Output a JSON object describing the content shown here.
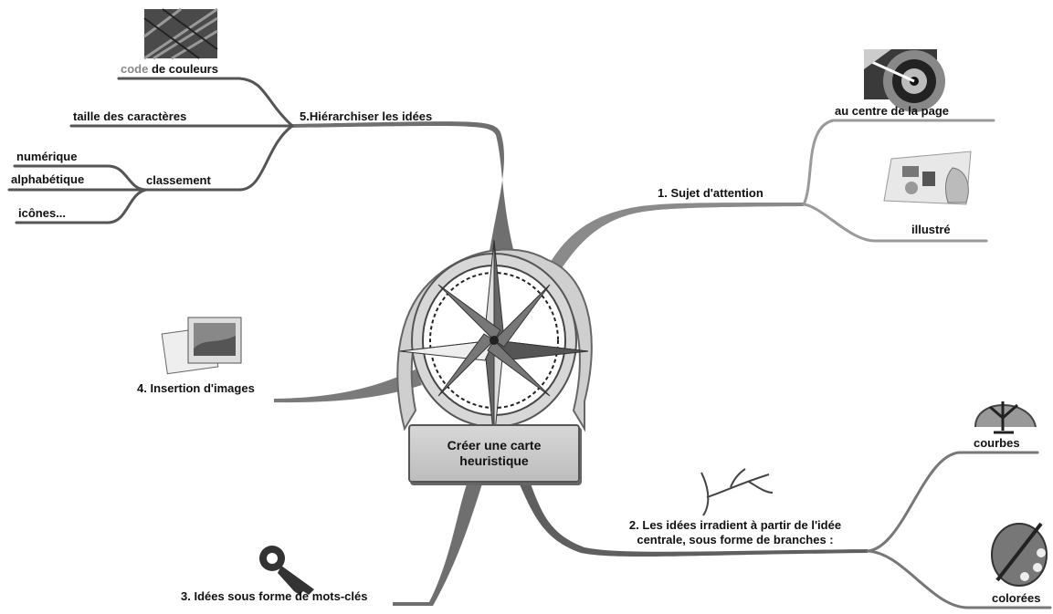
{
  "center": {
    "line1": "Créer une carte",
    "line2": "heuristique"
  },
  "branches": {
    "b1": {
      "label": "1. Sujet d'attention",
      "children": {
        "center_page": "au centre de la page",
        "illustre": "illustré"
      }
    },
    "b2": {
      "line1": "2. Les idées irradient à partir de l'idée",
      "line2": "centrale, sous forme de branches :",
      "children": {
        "courbes": "courbes",
        "colorees": "colorées"
      }
    },
    "b3": {
      "label": "3. Idées sous forme de mots-clés"
    },
    "b4": {
      "label": "4. Insertion d'images"
    },
    "b5": {
      "label": "5.Hiérarchiser les idées",
      "children": {
        "code_a": "code",
        "code_b": "de couleurs",
        "taille": "taille des caractères",
        "classement": "classement",
        "numerique": "numérique",
        "alphabetique": "alphabétique",
        "icones": "icônes..."
      }
    }
  },
  "icons": [
    "compass-icon",
    "dartboard-icon",
    "painting-hand-icon",
    "tree-icon",
    "bare-branch-icon",
    "palette-icon",
    "key-icon",
    "photos-icon",
    "color-texture-icon"
  ],
  "colors": {
    "branch_main": "#6f6f6f",
    "branch_light": "#9a9a9a",
    "line_dark": "#4a4a4a"
  }
}
